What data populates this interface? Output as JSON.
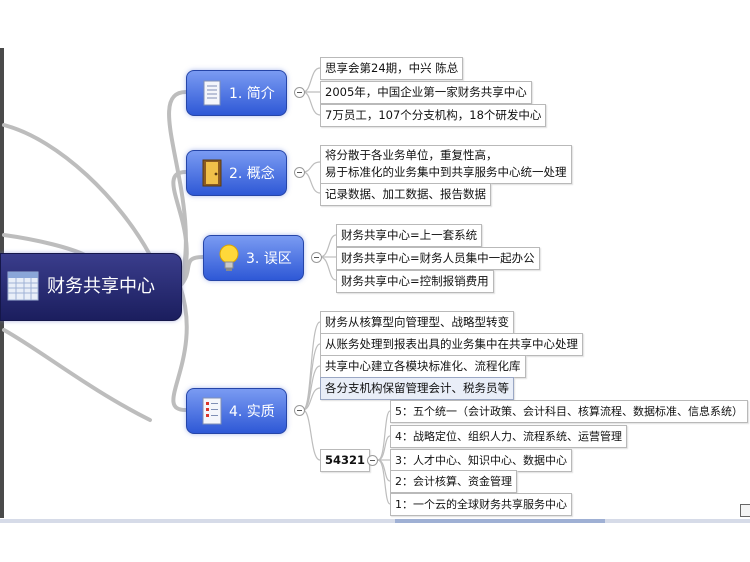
{
  "central": {
    "label": "财务共享中心"
  },
  "topics": [
    {
      "label": "1. 简介",
      "icon": "document-icon"
    },
    {
      "label": "2. 概念",
      "icon": "door-icon"
    },
    {
      "label": "3. 误区",
      "icon": "lightbulb-icon"
    },
    {
      "label": "4. 实质",
      "icon": "checklist-icon"
    }
  ],
  "intro_items": [
    "思享会第24期，中兴 陈总",
    "2005年，中国企业第一家财务共享中心",
    "7万员工，107个分支机构，18个研发中心"
  ],
  "concept_items": [
    "将分散于各业务单位，重复性高，",
    "易于标准化的业务集中到共享服务中心统一处理",
    "记录数据、加工数据、报告数据"
  ],
  "myth_items": [
    "财务共享中心=上一套系统",
    "财务共享中心=财务人员集中一起办公",
    "财务共享中心=控制报销费用"
  ],
  "essence_items": [
    "财务从核算型向管理型、战略型转变",
    "从账务处理到报表出具的业务集中在共享中心处理",
    "共享中心建立各模块标准化、流程化库",
    "各分支机构保留管理会计、税务员等"
  ],
  "model": {
    "label": "54321",
    "items": [
      "5：五个统一（会计政策、会计科目、核算流程、数据标准、信息系统）",
      "4：战略定位、组织人力、流程系统、运营管理",
      "3：人才中心、知识中心、数据中心",
      "2：会计核算、资金管理",
      "1：一个云的全球财务共享服务中心"
    ]
  },
  "colors": {
    "central_bg": "#1b1e5e",
    "topic_bg": "#2e58d6",
    "connector": "#b8b8b8"
  }
}
